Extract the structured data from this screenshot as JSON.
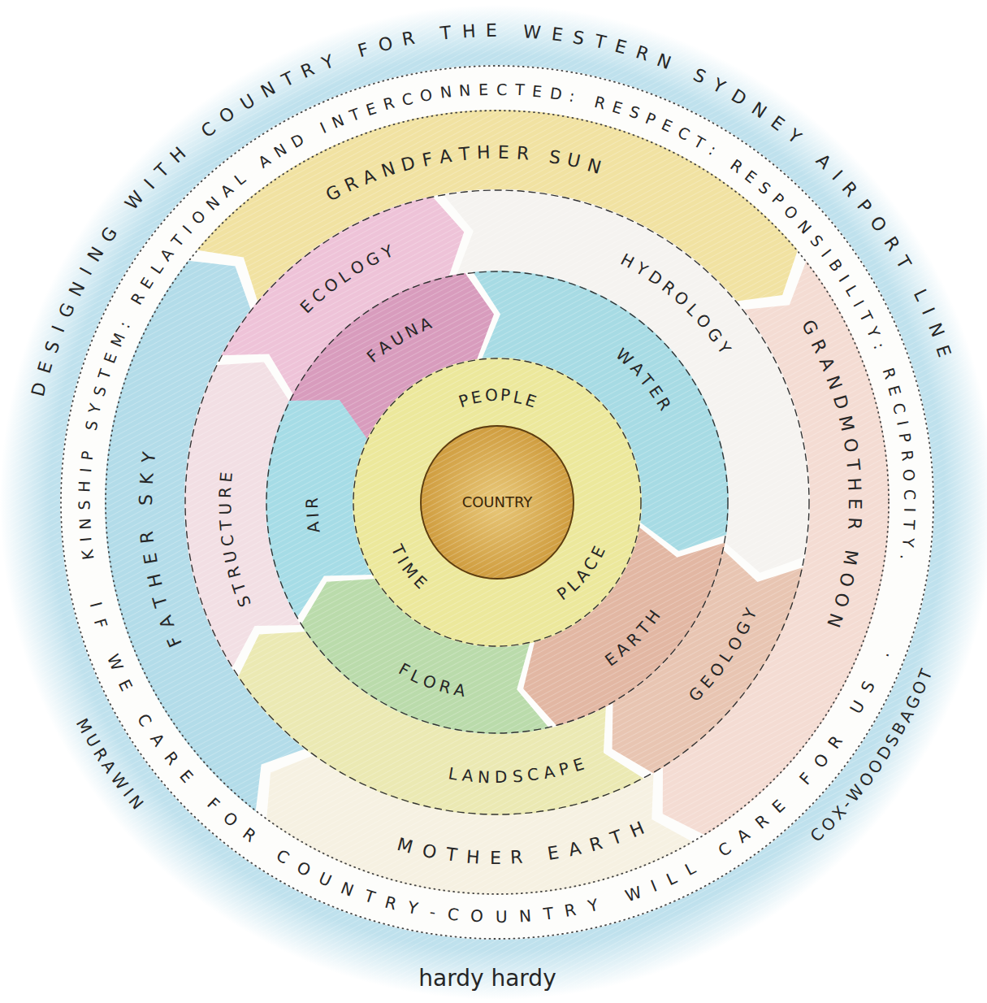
{
  "diagram": {
    "nodes": [
      {
        "text": [
          "DESIGNING WITH COUNTRY FOR THE WESTERN SYDNEY AIRPORT LINE"
        ]
      },
      {
        "text": [
          "KINSHIP SYSTEM: RELATIONAL AND INTERCONNECTED: RESPECT: RESPONSIBILITY: RECIPROCITY.",
          "IF WE CARE FOR COUNTRY-COUNTRY WILL CARE FOR US ."
        ],
        "in": 0
      },
      {
        "text": [
          "GRANDFATHER SUN",
          "GRANDMOTHER MOON",
          "MOTHER EARTH",
          "FATHER SKY"
        ],
        "in": 1
      },
      {
        "text": [
          "ECOLOGY",
          "HYDROLOGY",
          "GEOLOGY",
          "LANDSCAPE",
          "STRUCTURE"
        ],
        "in": 2
      },
      {
        "text": [
          "FAUNA",
          "WATER",
          "EARTH",
          "FLORA",
          "AIR"
        ],
        "in": 3
      },
      {
        "text": [
          "PEOPLE",
          "TIME",
          "PLACE"
        ],
        "in": 4
      },
      {
        "text": [
          "COUNTRY"
        ],
        "in": 5
      }
    ],
    "labels": [
      "MURAWIN",
      "COX-WOODSBAGOT",
      "hardy hardy"
    ]
  }
}
